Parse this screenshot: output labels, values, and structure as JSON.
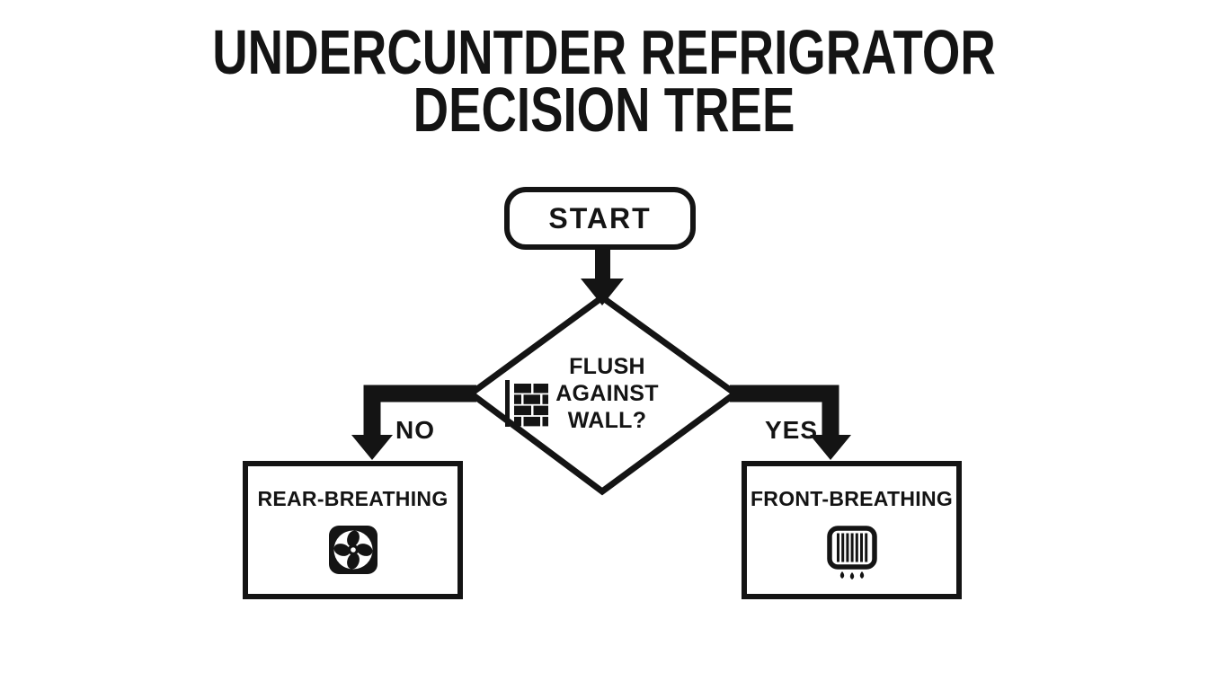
{
  "title": {
    "line1": "UNDERCUNTDER REFRIGRATOR",
    "line2": "DECISION TREE"
  },
  "colors": {
    "ink": "#141414",
    "background": "#ffffff"
  },
  "flowchart": {
    "start": {
      "label": "START"
    },
    "decision": {
      "lines": [
        "FLUSH",
        "AGAINST",
        "WALL?"
      ],
      "icon": "brick-wall-icon"
    },
    "branches": {
      "no": {
        "label": "NO"
      },
      "yes": {
        "label": "YES"
      }
    },
    "outcomes": {
      "rear": {
        "label": "REAR-BREATHING",
        "icon": "fan-icon"
      },
      "front": {
        "label": "FRONT-BREATHING",
        "icon": "front-vent-icon"
      }
    }
  }
}
